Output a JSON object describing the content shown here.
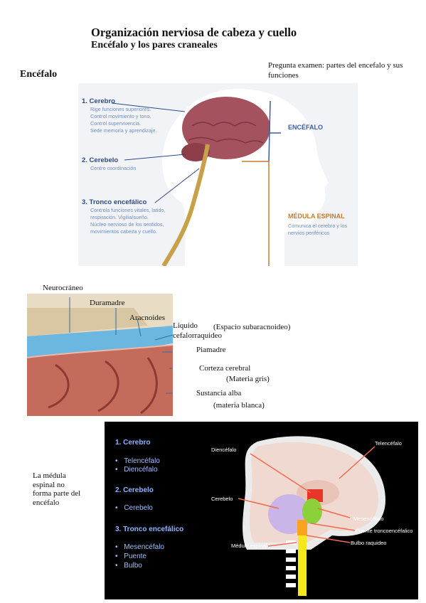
{
  "header": {
    "title": "Organización nerviosa de cabeza y cuello",
    "subtitle": "Encéfalo y los pares craneales"
  },
  "section_heading": "Encéfalo",
  "exam_note": "Pregunta examen: partes del encefalo y sus funciones",
  "figure1": {
    "items": [
      {
        "heading": "1. Cerebro",
        "lines": [
          "Rige funciones superiores.",
          "Control movimiento y tono.",
          "Control supervivencia.",
          "Sede memoria y aprendizaje."
        ]
      },
      {
        "heading": "2. Cerebelo",
        "lines": [
          "Centro coordinación"
        ]
      },
      {
        "heading": "3. Tronco encefálico",
        "lines": [
          "Controla funciones vitales, latido,",
          "respiración. Vigilia/sueño.",
          "Núcleo nervioso de los sentidos,",
          "movimientos cabeza y cuello."
        ]
      }
    ],
    "encefalo_label": "ENCÉFALO",
    "medula_label": "MÉDULA ESPINAL",
    "medula_desc": [
      "Comunica el cerebro y los",
      "nervios periféricos"
    ],
    "colors": {
      "heading": "#2c4a86",
      "desc": "#6f8fc4",
      "medula": "#c57a2f"
    }
  },
  "figure2": {
    "labels": {
      "neurocraneo": "Neurocráneo",
      "duramadre": "Duramadre",
      "aracnoides": "Aracnoides",
      "liquido": "Liquido",
      "espacio": "(Espacio subaracnoideo)",
      "cefalorraquideo": "cefalorraquideo",
      "piamadre": "Piamadre",
      "corteza": "Corteza cerebral",
      "materia_gris": "(Materia gris)",
      "sustancia": "Sustancia alba",
      "materia_blanca": "(materia blanca)"
    }
  },
  "side_note": "La médula espinal no forma parte del encéfalo",
  "figure3": {
    "groups": [
      {
        "heading": "1. Cerebro",
        "items": [
          "Telencéfalo",
          "Diencéfalo"
        ]
      },
      {
        "heading": "2. Cerebelo",
        "items": [
          "Cerebelo"
        ]
      },
      {
        "heading": "3. Tronco encefálico",
        "items": [
          "Mesencéfalo",
          "Puente",
          "Bulbo"
        ]
      }
    ],
    "labels": {
      "diencefalo": "Diencéfalo",
      "telencefalo": "Telencéfalo",
      "cerebelo": "Cerebelo",
      "mesencefalo": "Mesencéfalo",
      "puente": "Puente troncoencéfalico",
      "bulbo": "Bulbo raquideo",
      "medula": "Médula espinal"
    }
  }
}
